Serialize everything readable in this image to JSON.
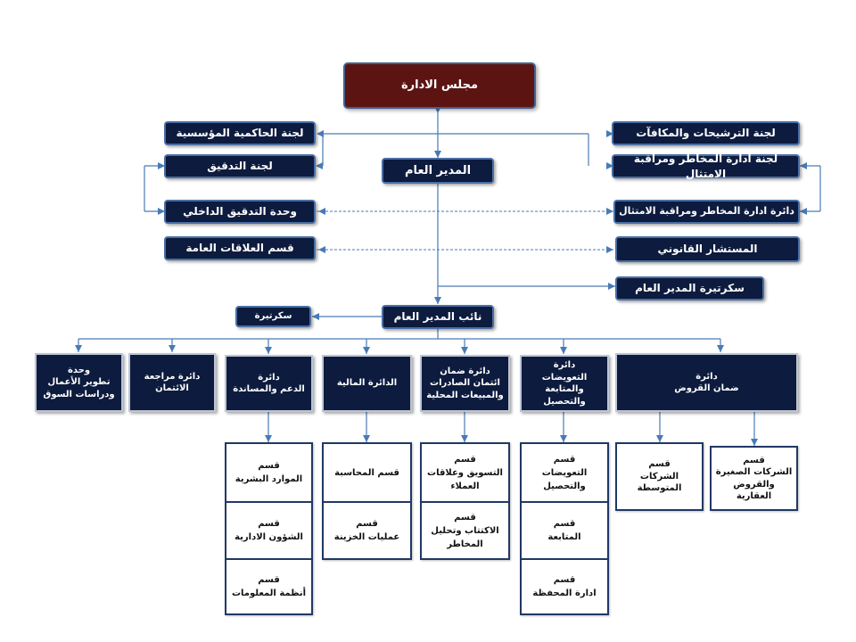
{
  "board": "مجلس الادارة",
  "committees": {
    "governance": "لجنة الحاكمية المؤسسية",
    "audit": "لجنة التدقيق",
    "nominations": "لجنة الترشيحات والمكافآت",
    "risk_committee": "لجنة ادارة المخاطر ومراقبة الامتثال"
  },
  "general_manager": "المدير العام",
  "internal_audit": "وحدة التدقيق الداخلي",
  "risk_department": "دائرة ادارة المخاطر ومراقبة الامتثال",
  "public_relations": "قسم العلاقات العامة",
  "legal_advisor": "المستشار القانوني",
  "gm_secretary": "سكرتيرة المدير العام",
  "deputy_gm": "نائب المدير العام",
  "deputy_secretary": "سكرتيرة",
  "departments": {
    "business_dev": "وحدة\nتطوير الأعمال\nودراسات السوق",
    "credit_review": "دائرة مراجعة\nالائتمان",
    "support": "دائرة\nالدعم والمساندة",
    "finance": "الدائرة المالية",
    "export_credit": "دائرة ضمان\nائتمان الصادرات\nوالمبيعات المحلية",
    "claims": "دائرة\nالتعويضات\nوالمتابعة والتحصيل",
    "loan_guarantee": "دائرة\nضمان القروض"
  },
  "sections": {
    "hr": "قسم\nالموارد البشرية",
    "admin_affairs": "قسم\nالشؤون الادارية",
    "info_systems": "قسم\nأنظمة المعلومات",
    "accounting": "قسم المحاسبة",
    "treasury": "قسم\nعمليات الخزينة",
    "marketing": "قسم\nالتسويق وعلاقات\nالعملاء",
    "underwriting": "قسم\nالاكتتاب وتحليل\nالمخاطر",
    "compensation": "قسم\nالتعويضات\nوالتحصيل",
    "followup": "قسم\nالمتابعة",
    "portfolio": "قسم\nادارة المحفظة",
    "medium_companies": "قسم\nالشركات\nالمتوسطة",
    "small_companies": "قسم\nالشركات الصغيرة\nوالقروض\nالعقارية"
  },
  "colors": {
    "box_fill": "#0d1b3e",
    "board_fill": "#5b1412",
    "line": "#4a7ab5",
    "section_border": "#203864"
  }
}
